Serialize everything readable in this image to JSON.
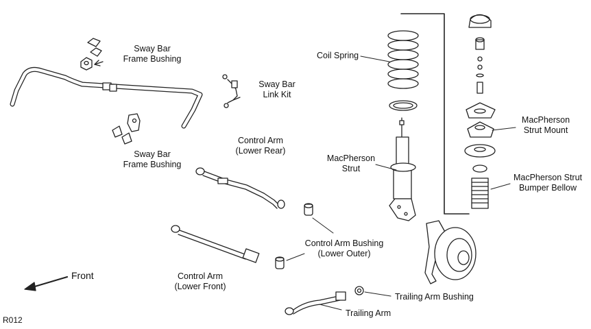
{
  "diagram": {
    "code": "R012",
    "front": "Front",
    "labels": {
      "sway_bar_frame_bushing_top": [
        "Sway Bar",
        "Frame Bushing"
      ],
      "sway_bar_link_kit": [
        "Sway Bar",
        "Link Kit"
      ],
      "sway_bar_frame_bushing_bottom": [
        "Sway Bar",
        "Frame Bushing"
      ],
      "control_arm_lower_rear": [
        "Control Arm",
        "(Lower Rear)"
      ],
      "coil_spring": "Coil Spring",
      "macpherson_strut": [
        "MacPherson",
        "Strut"
      ],
      "macpherson_strut_mount": [
        "MacPherson",
        "Strut Mount"
      ],
      "macpherson_strut_bumper_bellow": [
        "MacPherson Strut",
        "Bumper Bellow"
      ],
      "control_arm_bushing_lower_outer": [
        "Control Arm Bushing",
        "(Lower Outer)"
      ],
      "control_arm_lower_front": [
        "Control Arm",
        "(Lower Front)"
      ],
      "trailing_arm_bushing": "Trailing Arm Bushing",
      "trailing_arm": "Trailing Arm"
    }
  }
}
